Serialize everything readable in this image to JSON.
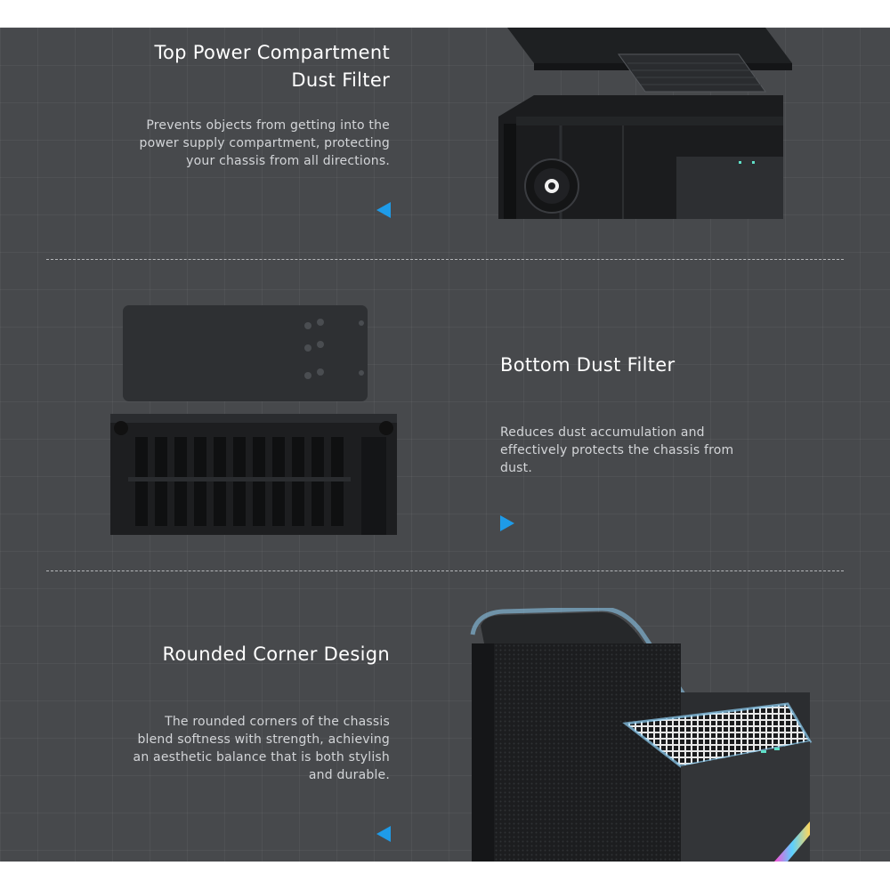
{
  "sections": [
    {
      "title_line1": "Top Power Compartment",
      "title_line2": "Dust Filter",
      "desc_line1": "Prevents objects from getting into the",
      "desc_line2": "power supply compartment, protecting",
      "desc_line3": "your chassis from all directions.",
      "arrow_direction": "left",
      "image_icon": "exploded-top-chassis-image"
    },
    {
      "title": "Bottom Dust Filter",
      "desc_line1": "Reduces dust accumulation and",
      "desc_line2": "effectively protects the chassis from",
      "desc_line3": "dust.",
      "arrow_direction": "right",
      "image_icon": "bottom-filter-chassis-image"
    },
    {
      "title": "Rounded Corner Design",
      "desc_line1": "The rounded corners of the chassis",
      "desc_line2": "blend softness with strength, achieving",
      "desc_line3": "an aesthetic balance that is both stylish",
      "desc_line4": "and durable.",
      "arrow_direction": "left",
      "image_icon": "rounded-corner-chassis-image"
    }
  ],
  "colors": {
    "background": "#47494c",
    "accent": "#1e9be8",
    "glow": "#8fd0f5",
    "title_text": "#ffffff",
    "body_text": "#d3d5d8"
  }
}
